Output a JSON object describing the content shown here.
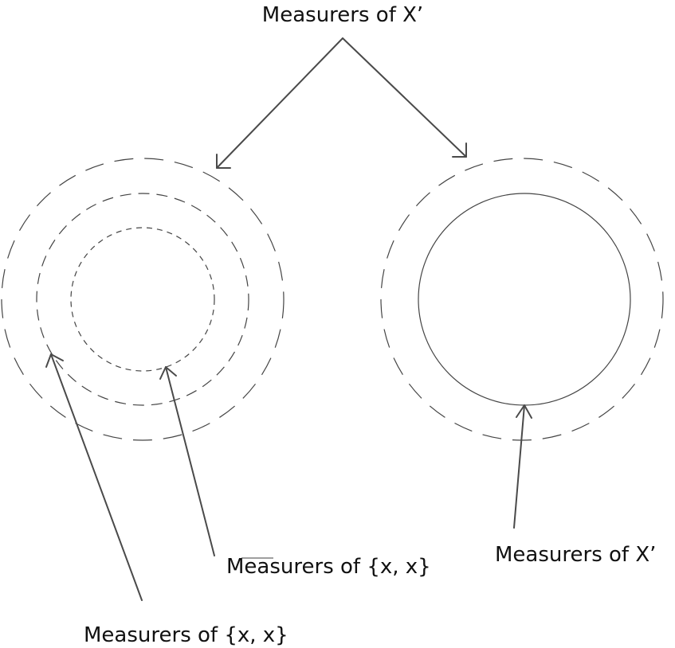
{
  "labels": {
    "top": "Measurers of X’",
    "right_bottom": "Measurers of X’",
    "left_middle": "Measurers of {x, x}",
    "left_bottom": "Measurers of {x, x}"
  }
}
